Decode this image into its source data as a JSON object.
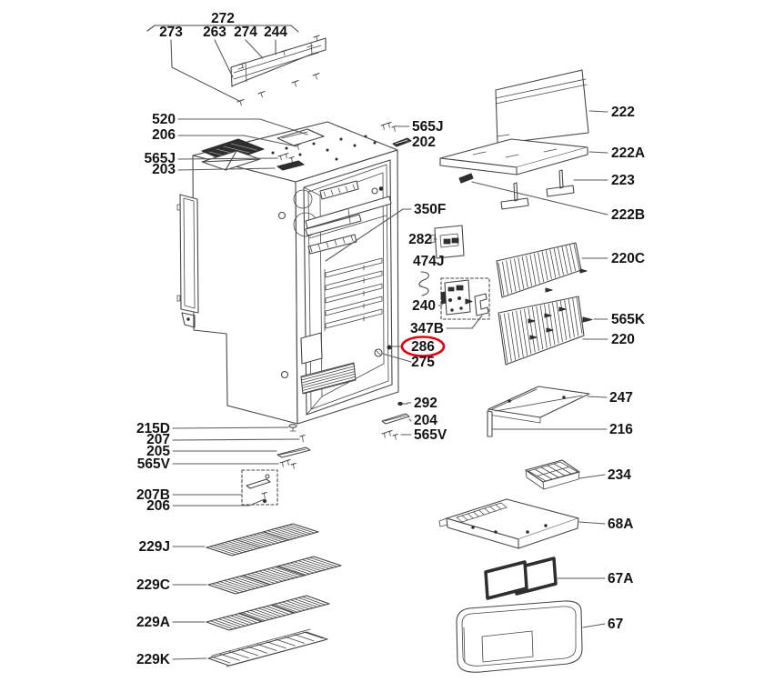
{
  "diagram": {
    "subject": "Refrigerator cabinet exploded parts diagram",
    "background_color": "#ffffff",
    "line_color": "#474747",
    "label_color": "#141414",
    "highlight_color": "#e3000f",
    "highlighted_part": "286"
  },
  "callouts": [
    {
      "id": "272",
      "text": "272"
    },
    {
      "id": "273",
      "text": "273"
    },
    {
      "id": "263",
      "text": "263"
    },
    {
      "id": "274",
      "text": "274"
    },
    {
      "id": "244",
      "text": "244"
    },
    {
      "id": "520",
      "text": "520"
    },
    {
      "id": "206-top",
      "text": "206"
    },
    {
      "id": "565J-left",
      "text": "565J"
    },
    {
      "id": "203",
      "text": "203"
    },
    {
      "id": "565J-right",
      "text": "565J"
    },
    {
      "id": "202",
      "text": "202"
    },
    {
      "id": "350F",
      "text": "350F"
    },
    {
      "id": "282",
      "text": "282"
    },
    {
      "id": "474J",
      "text": "474J"
    },
    {
      "id": "240",
      "text": "240"
    },
    {
      "id": "347B",
      "text": "347B"
    },
    {
      "id": "286",
      "text": "286"
    },
    {
      "id": "275",
      "text": "275"
    },
    {
      "id": "292",
      "text": "292"
    },
    {
      "id": "204",
      "text": "204"
    },
    {
      "id": "565V-right",
      "text": "565V"
    },
    {
      "id": "215D",
      "text": "215D"
    },
    {
      "id": "207",
      "text": "207"
    },
    {
      "id": "205",
      "text": "205"
    },
    {
      "id": "565V-left",
      "text": "565V"
    },
    {
      "id": "207B",
      "text": "207B"
    },
    {
      "id": "206-bottom",
      "text": "206"
    },
    {
      "id": "229J",
      "text": "229J"
    },
    {
      "id": "229C",
      "text": "229C"
    },
    {
      "id": "229A",
      "text": "229A"
    },
    {
      "id": "229K",
      "text": "229K"
    },
    {
      "id": "222",
      "text": "222"
    },
    {
      "id": "222A",
      "text": "222A"
    },
    {
      "id": "223",
      "text": "223"
    },
    {
      "id": "222B",
      "text": "222B"
    },
    {
      "id": "220C",
      "text": "220C"
    },
    {
      "id": "565K",
      "text": "565K"
    },
    {
      "id": "220",
      "text": "220"
    },
    {
      "id": "247",
      "text": "247"
    },
    {
      "id": "216",
      "text": "216"
    },
    {
      "id": "234",
      "text": "234"
    },
    {
      "id": "68A",
      "text": "68A"
    },
    {
      "id": "67A",
      "text": "67A"
    },
    {
      "id": "67",
      "text": "67"
    }
  ]
}
